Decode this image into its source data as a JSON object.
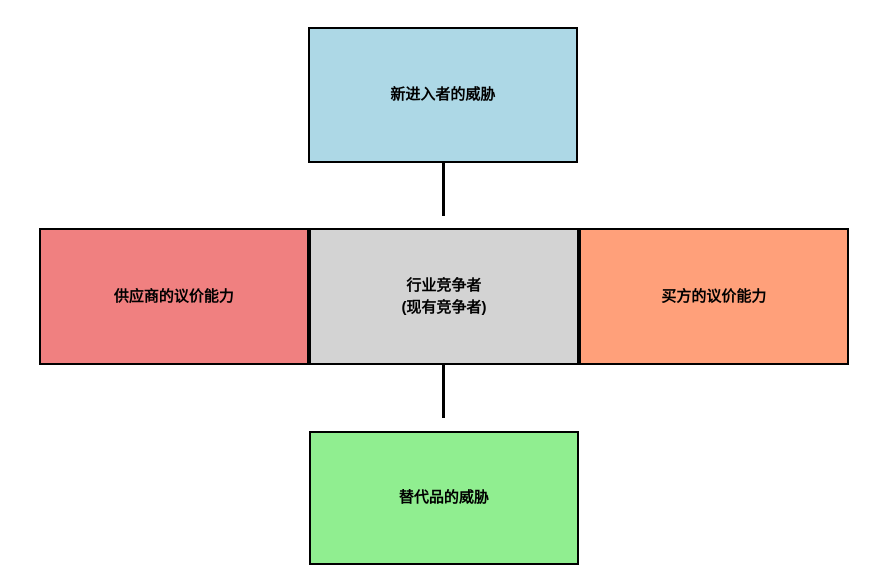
{
  "diagram": {
    "type": "porter-five-forces",
    "background_color": "#ffffff",
    "border_color": "#000000",
    "connector_color": "#000000",
    "nodes": {
      "new_entrants": {
        "label": "新进入者的威胁",
        "color": "#ADD8E6",
        "position": "top"
      },
      "suppliers": {
        "label": "供应商的议价能力",
        "color": "#F08080",
        "position": "middle-left"
      },
      "industry_competitors": {
        "label_line1": "行业竞争者",
        "label_line2": "(现有竞争者)",
        "color": "#D3D3D3",
        "position": "middle-center"
      },
      "buyers": {
        "label": "买方的议价能力",
        "color": "#FFA07A",
        "position": "middle-right"
      },
      "substitutes": {
        "label": "替代品的威胁",
        "color": "#90EE90",
        "position": "bottom"
      }
    },
    "connectors": [
      {
        "from": "new_entrants",
        "to": "industry_competitors"
      },
      {
        "from": "industry_competitors",
        "to": "substitutes"
      }
    ]
  }
}
